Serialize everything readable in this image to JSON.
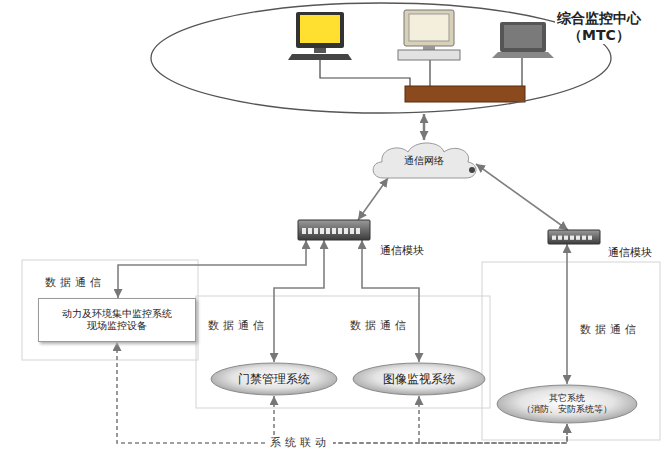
{
  "diagram": {
    "nodes": [
      {
        "text": [
          "综合监控中心 （MTC）"
        ]
      },
      {
        "text": [
          "通信网络"
        ]
      },
      {
        "text": [
          "通信模块"
        ]
      },
      {
        "text": [
          "通信模块"
        ]
      },
      {
        "text": [
          "动力及环境集中监控系统 现场监控设备"
        ]
      },
      {
        "text": [
          "门禁管理系统"
        ]
      },
      {
        "text": [
          "图像监视系统"
        ]
      },
      {
        "text": [
          "其它系统 （消防、安防系统等）"
        ]
      }
    ],
    "edges": [
      {
        "from": 0,
        "to": 1,
        "arrow": "both"
      },
      {
        "from": 1,
        "to": 2,
        "arrow": "both"
      },
      {
        "from": 1,
        "to": 3,
        "arrow": "both"
      },
      {
        "from": 2,
        "to": 4,
        "label": "数据通信",
        "arrow": "both"
      },
      {
        "from": 2,
        "to": 5,
        "label": "数据通信",
        "arrow": "both"
      },
      {
        "from": 2,
        "to": 6,
        "label": "数据通信",
        "arrow": "both"
      },
      {
        "from": 3,
        "to": 7,
        "label": "数据通信",
        "arrow": "both"
      },
      {
        "from": 4,
        "to": 7,
        "label": "系统联动",
        "arrow": "both"
      },
      {
        "from": 5,
        "to": 7,
        "arrow": "both"
      },
      {
        "from": 6,
        "to": 7,
        "arrow": "both"
      }
    ]
  }
}
